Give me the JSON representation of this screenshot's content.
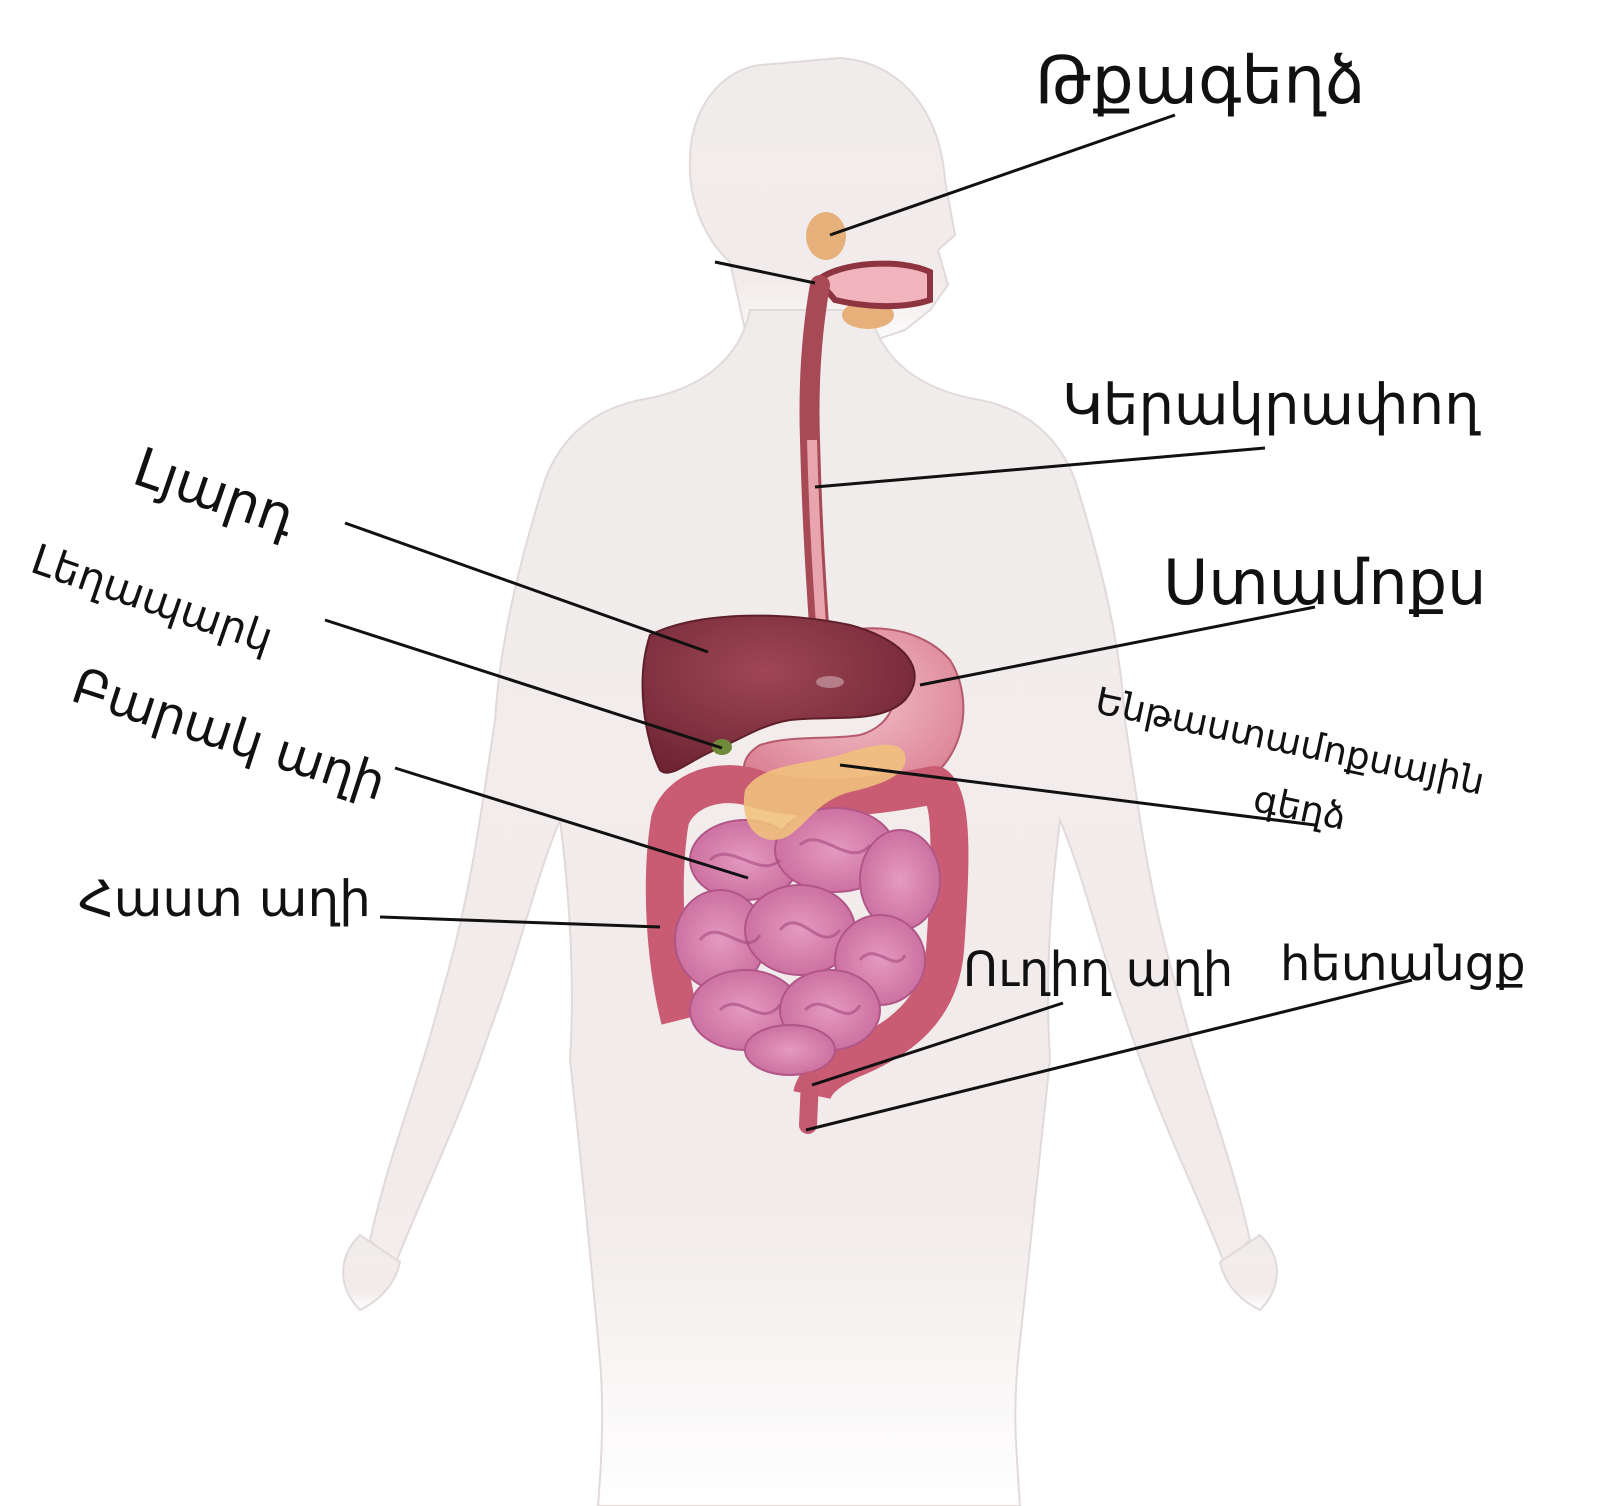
{
  "diagram": {
    "background": "#ffffff",
    "colors": {
      "body": "#ece6e6",
      "body_outline": "#d8d0d0",
      "liver": "#8c3a48",
      "stomach": "#e39aa8",
      "small_intestine": "#d77fa6",
      "large_intestine": "#c95c72",
      "pancreas": "#f0c27c",
      "salivary": "#e6b07a",
      "esophagus": "#a84a56",
      "gallbladder": "#6f8a3a",
      "leader_line": "#111111"
    },
    "labels": {
      "salivary_glands": "Թքագեղձ",
      "esophagus": "Կերակրափող",
      "liver": "Լյարդ",
      "gallbladder": "Լեղապարկ",
      "stomach": "Ստամոքս",
      "pancreas_line1": "Ենթաստամոքսային",
      "pancreas_line2": "գեղձ",
      "small_intestine": "Բարակ աղի",
      "large_intestine": "Հաստ աղի",
      "rectum": "Ուղիղ աղի",
      "anus": "հետանցք"
    }
  }
}
